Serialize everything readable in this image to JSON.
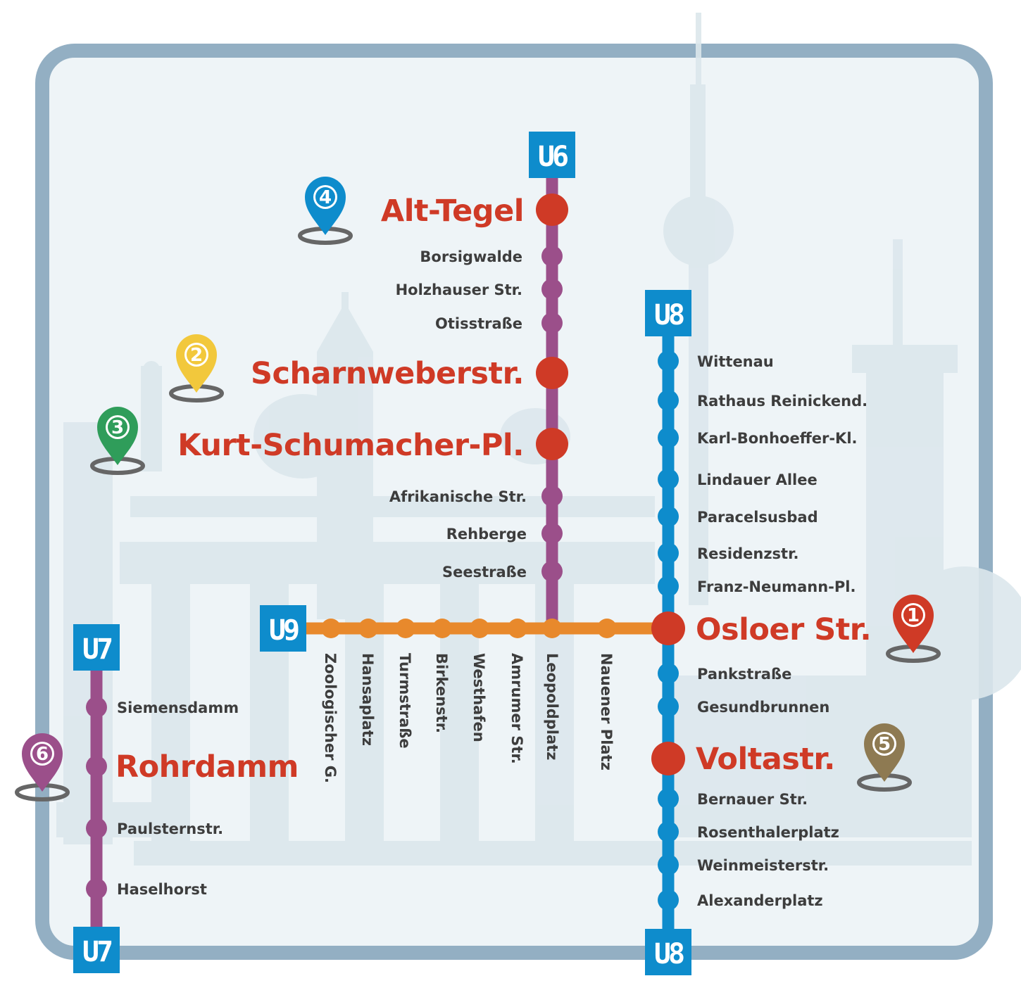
{
  "colors": {
    "u6": "#9b4f8a",
    "u7": "#9b4f8a",
    "u8": "#0e8ccc",
    "u9": "#e8892c",
    "major_station": "#cf3a26",
    "station_text": "#3d3d3d",
    "label_bg": "#0e8ccc",
    "frame": "#93afc3",
    "background": "#eef4f7"
  },
  "lines": {
    "u6": {
      "label": "U6",
      "stations": [
        {
          "name": "Alt-Tegel",
          "major": true,
          "pin": "4"
        },
        {
          "name": "Borsigwalde"
        },
        {
          "name": "Holzhauser Str."
        },
        {
          "name": "Otisstraße"
        },
        {
          "name": "Scharnweberstr.",
          "major": true,
          "pin": "2"
        },
        {
          "name": "Kurt-Schumacher-Pl.",
          "major": true,
          "pin": "3"
        },
        {
          "name": "Afrikanische Str."
        },
        {
          "name": "Rehberge"
        },
        {
          "name": "Seestraße"
        }
      ]
    },
    "u7": {
      "label_top": "U7",
      "label_bottom": "U7",
      "stations": [
        {
          "name": "Siemensdamm"
        },
        {
          "name": "Rohrdamm",
          "major": true,
          "pin": "6"
        },
        {
          "name": "Paulsternstr."
        },
        {
          "name": "Haselhorst"
        }
      ]
    },
    "u8": {
      "label_top": "U8",
      "label_bottom": "U8",
      "stations": [
        {
          "name": "Wittenau"
        },
        {
          "name": "Rathaus Reinickend."
        },
        {
          "name": "Karl-Bonhoeffer-Kl."
        },
        {
          "name": "Lindauer Allee"
        },
        {
          "name": "Paracelsusbad"
        },
        {
          "name": "Residenzstr."
        },
        {
          "name": "Franz-Neumann-Pl."
        },
        {
          "name": "Osloer Str.",
          "major": true,
          "pin": "1"
        },
        {
          "name": "Pankstraße"
        },
        {
          "name": "Gesundbrunnen"
        },
        {
          "name": "Voltastr.",
          "major": true,
          "pin": "5"
        },
        {
          "name": "Bernauer Str."
        },
        {
          "name": "Rosenthalerplatz"
        },
        {
          "name": "Weinmeisterstr."
        },
        {
          "name": "Alexanderplatz"
        }
      ]
    },
    "u9": {
      "label": "U9",
      "stations": [
        {
          "name": "Zoologischer G."
        },
        {
          "name": "Hansaplatz"
        },
        {
          "name": "Turmstraße"
        },
        {
          "name": "Birkenstr."
        },
        {
          "name": "Westhafen"
        },
        {
          "name": "Amrumer Str."
        },
        {
          "name": "Leopoldplatz"
        },
        {
          "name": "Nauener Platz"
        }
      ]
    }
  },
  "pins": [
    {
      "number": "1",
      "color": "#cf3a26"
    },
    {
      "number": "2",
      "color": "#f2c83c"
    },
    {
      "number": "3",
      "color": "#2f9d5a"
    },
    {
      "number": "4",
      "color": "#0e8ccc"
    },
    {
      "number": "5",
      "color": "#8e7a52"
    },
    {
      "number": "6",
      "color": "#9b4f8a"
    }
  ]
}
